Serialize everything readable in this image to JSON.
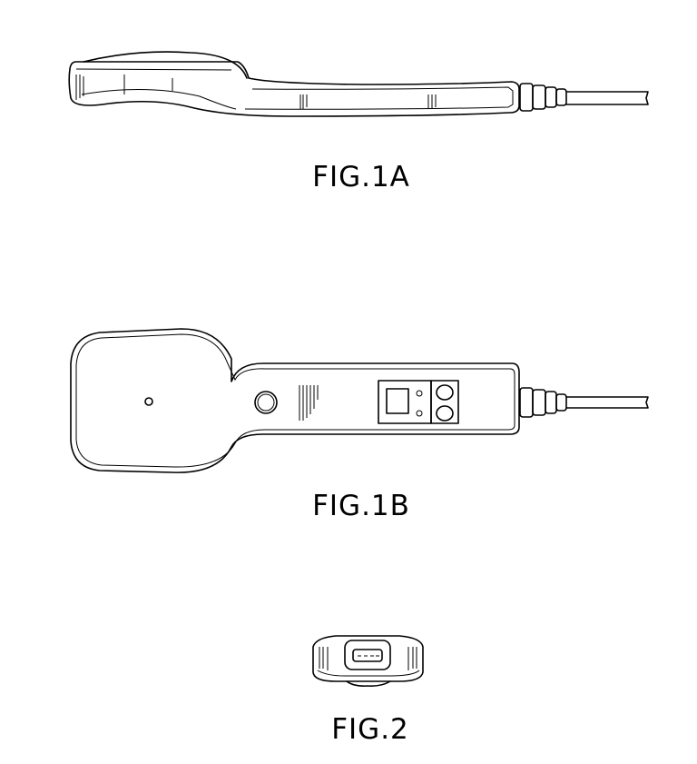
{
  "figures": [
    {
      "label": "FIG.1A",
      "view": "side"
    },
    {
      "label": "FIG.1B",
      "view": "top"
    },
    {
      "label": "FIG.2",
      "view": "end"
    }
  ]
}
